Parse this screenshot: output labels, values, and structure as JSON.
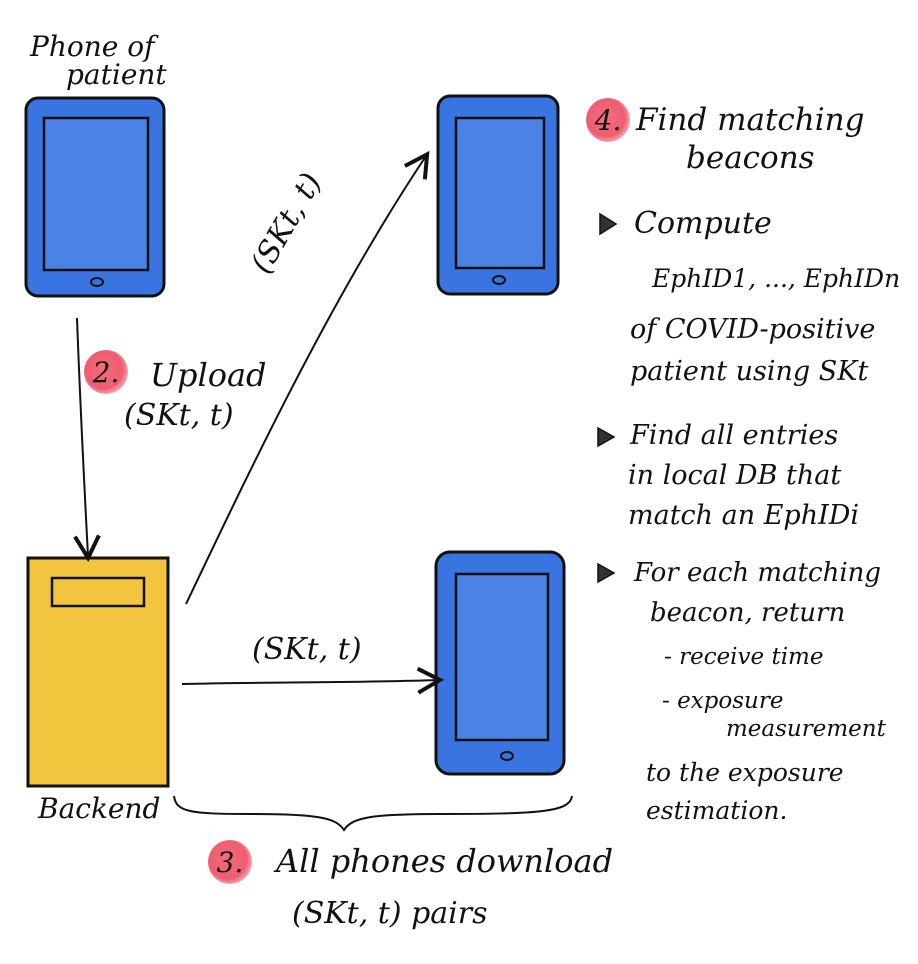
{
  "nodes": {
    "patient_phone_label": [
      "Phone of",
      "patient"
    ],
    "backend_label": "Backend"
  },
  "steps": {
    "upload": {
      "number": "2.",
      "title": "Upload",
      "payload": "(SKt, t)"
    },
    "download": {
      "number": "3.",
      "line1": "All phones download",
      "line2": "(SKt, t) pairs"
    },
    "match": {
      "number": "4.",
      "title_line1": "Find matching",
      "title_line2": "beacons"
    }
  },
  "edge_labels": {
    "to_top_phone": "(SKt, t)",
    "to_bottom_phone": "(SKt, t)"
  },
  "bullets": [
    {
      "lines": [
        "Compute",
        "EphID1, ..., EphIDn",
        "of COVID-positive",
        "patient using SKt"
      ]
    },
    {
      "lines": [
        "Find all entries",
        "in local DB that",
        "match an EphIDi"
      ]
    },
    {
      "lines": [
        "For each matching",
        "beacon, return"
      ]
    }
  ],
  "return_items": [
    {
      "lines": [
        "- receive time"
      ]
    },
    {
      "lines": [
        "- exposure",
        "measurement"
      ]
    }
  ],
  "closing": [
    "to the exposure",
    "estimation."
  ],
  "colors": {
    "phone_blue": "#3a74e0",
    "backend_yellow": "#f3c53e",
    "badge_red": "#ef5c70"
  }
}
